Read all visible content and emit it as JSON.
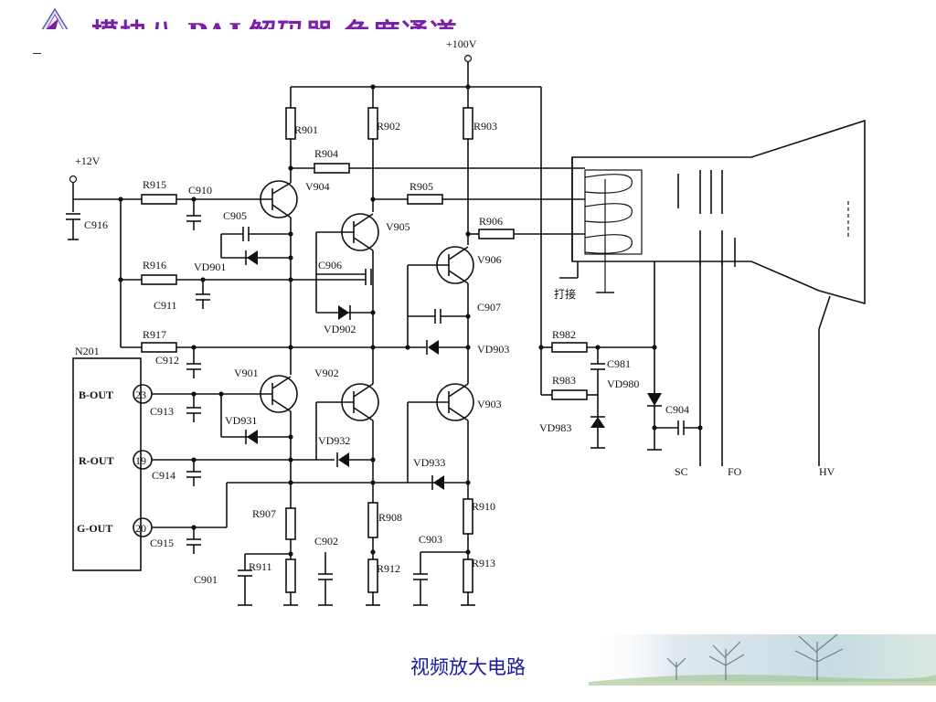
{
  "slide": {
    "title": "模块八 PAL解码器 色度通道",
    "caption": "视频放大电路"
  },
  "labels": {
    "supply_100v": "+100V",
    "supply_12v": "+12V",
    "ic": "N201",
    "b_out": "B-OUT",
    "r_out": "R-OUT",
    "g_out": "G-OUT",
    "pin_b": "23",
    "pin_r": "19",
    "pin_g": "20",
    "crt_ground": "打接",
    "sc": "SC",
    "fo": "FO",
    "hv": "HV"
  },
  "components": [
    {
      "id": "R901",
      "text": "R901"
    },
    {
      "id": "R902",
      "text": "R902"
    },
    {
      "id": "R903",
      "text": "R903"
    },
    {
      "id": "R904",
      "text": "R904"
    },
    {
      "id": "R905",
      "text": "R905"
    },
    {
      "id": "R906",
      "text": "R906"
    },
    {
      "id": "R907",
      "text": "R907"
    },
    {
      "id": "R908",
      "text": "R908"
    },
    {
      "id": "R910",
      "text": "R910"
    },
    {
      "id": "R911",
      "text": "R911"
    },
    {
      "id": "R912",
      "text": "R912"
    },
    {
      "id": "R913",
      "text": "R913"
    },
    {
      "id": "R915",
      "text": "R915"
    },
    {
      "id": "R916",
      "text": "R916"
    },
    {
      "id": "R917",
      "text": "R917"
    },
    {
      "id": "R982",
      "text": "R982"
    },
    {
      "id": "R983",
      "text": "R983"
    },
    {
      "id": "C901",
      "text": "C901"
    },
    {
      "id": "C902",
      "text": "C902"
    },
    {
      "id": "C903",
      "text": "C903"
    },
    {
      "id": "C904",
      "text": "C904"
    },
    {
      "id": "C905",
      "text": "C905"
    },
    {
      "id": "C906",
      "text": "C906"
    },
    {
      "id": "C907",
      "text": "C907"
    },
    {
      "id": "C910",
      "text": "C910"
    },
    {
      "id": "C911",
      "text": "C911"
    },
    {
      "id": "C912",
      "text": "C912"
    },
    {
      "id": "C913",
      "text": "C913"
    },
    {
      "id": "C914",
      "text": "C914"
    },
    {
      "id": "C915",
      "text": "C915"
    },
    {
      "id": "C916",
      "text": "C916"
    },
    {
      "id": "C981",
      "text": "C981"
    },
    {
      "id": "V904",
      "text": "V904"
    },
    {
      "id": "V905",
      "text": "V905"
    },
    {
      "id": "V906",
      "text": "V906"
    },
    {
      "id": "V901",
      "text": "V901"
    },
    {
      "id": "V902",
      "text": "V902"
    },
    {
      "id": "V903",
      "text": "V903"
    },
    {
      "id": "VD901",
      "text": "VD901"
    },
    {
      "id": "VD902",
      "text": "VD902"
    },
    {
      "id": "VD903",
      "text": "VD903"
    },
    {
      "id": "VD931",
      "text": "VD931"
    },
    {
      "id": "VD932",
      "text": "VD932"
    },
    {
      "id": "VD933",
      "text": "VD933"
    },
    {
      "id": "VD980",
      "text": "VD980"
    },
    {
      "id": "VD983",
      "text": "VD983"
    }
  ]
}
